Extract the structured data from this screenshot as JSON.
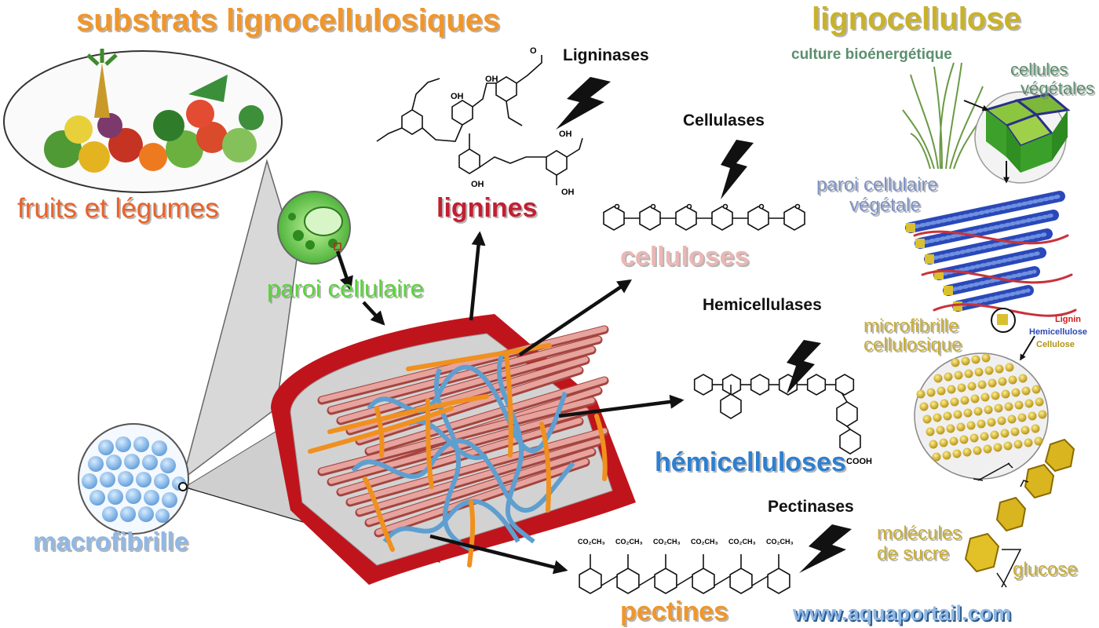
{
  "titles": {
    "left": "substrats lignocellulosiques",
    "right": "lignocellulose"
  },
  "left_panel": {
    "fruits": "fruits et légumes",
    "paroi": "paroi cellulaire",
    "macrofibrille": "macrofibrille"
  },
  "polymers": {
    "lignines": "lignines",
    "celluloses": "celluloses",
    "hemicelluloses": "hémicelluloses",
    "pectines": "pectines"
  },
  "enzymes": {
    "ligninases": "Ligninases",
    "cellulases": "Cellulases",
    "hemicellulases": "Hemicellulases",
    "pectinases": "Pectinases"
  },
  "chem_labels": {
    "oh": "OH",
    "cooh": "COOH",
    "co2ch3": "CO₂CH₃"
  },
  "right_panel": {
    "culture_bioenergetique": "culture bioénergétique",
    "cellules_vegetales": [
      "cellules",
      "végétales"
    ],
    "paroi_vegetale": [
      "paroi cellulaire",
      "végétale"
    ],
    "microfibrille": [
      "microfibrille",
      "cellulosique"
    ],
    "molecules": [
      "molécules",
      "de sucre"
    ],
    "glucose": "glucose",
    "legend": {
      "lignin": "Lignin",
      "hemicellulose": "Hemicellulose",
      "cellulose": "Cellulose"
    }
  },
  "watermark": "www.aquaportail.com",
  "colors": {
    "orange_title": "#f0962a",
    "olive_title": "#c9b22a",
    "fruits_text": "#e8632a",
    "paroi_text": "#5ad33c",
    "macro_text": "#8fb8e6",
    "lignines_text": "#c21f32",
    "celluloses_text": "#eab7b5",
    "hemi_text": "#2e7fd0",
    "pectines_text": "#f0962a",
    "culture_text": "#5b8f6e",
    "paroi_veg_text": "#7e93c8",
    "micro_text": "#c8ae36",
    "wall_red": "#c0141c",
    "fibre_pink": "#e0928c",
    "fibre_blue": "#5e9fd0",
    "fibre_orange": "#f0901e"
  }
}
